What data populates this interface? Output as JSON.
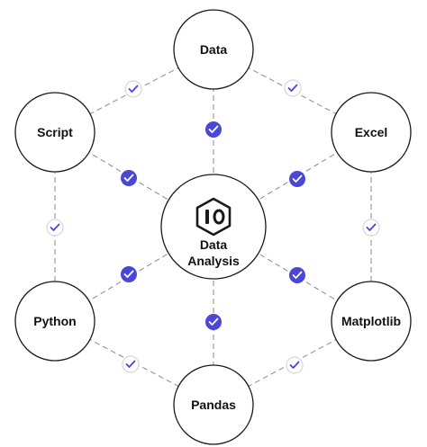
{
  "center": {
    "line1": "Data",
    "line2": "Analysis",
    "logo": "hexagon-logo-icon"
  },
  "nodes": [
    {
      "id": "data",
      "label": "Data"
    },
    {
      "id": "script",
      "label": "Script"
    },
    {
      "id": "excel",
      "label": "Excel"
    },
    {
      "id": "python",
      "label": "Python"
    },
    {
      "id": "matplotlib",
      "label": "Matplotlib"
    },
    {
      "id": "pandas",
      "label": "Pandas"
    }
  ],
  "colors": {
    "accent": "#4b47d6",
    "stroke": "#1a1a1a",
    "dash": "#8a8a8a"
  },
  "icons": {
    "check_filled": "check-circle-filled-icon",
    "check_outline": "check-circle-outline-icon"
  }
}
